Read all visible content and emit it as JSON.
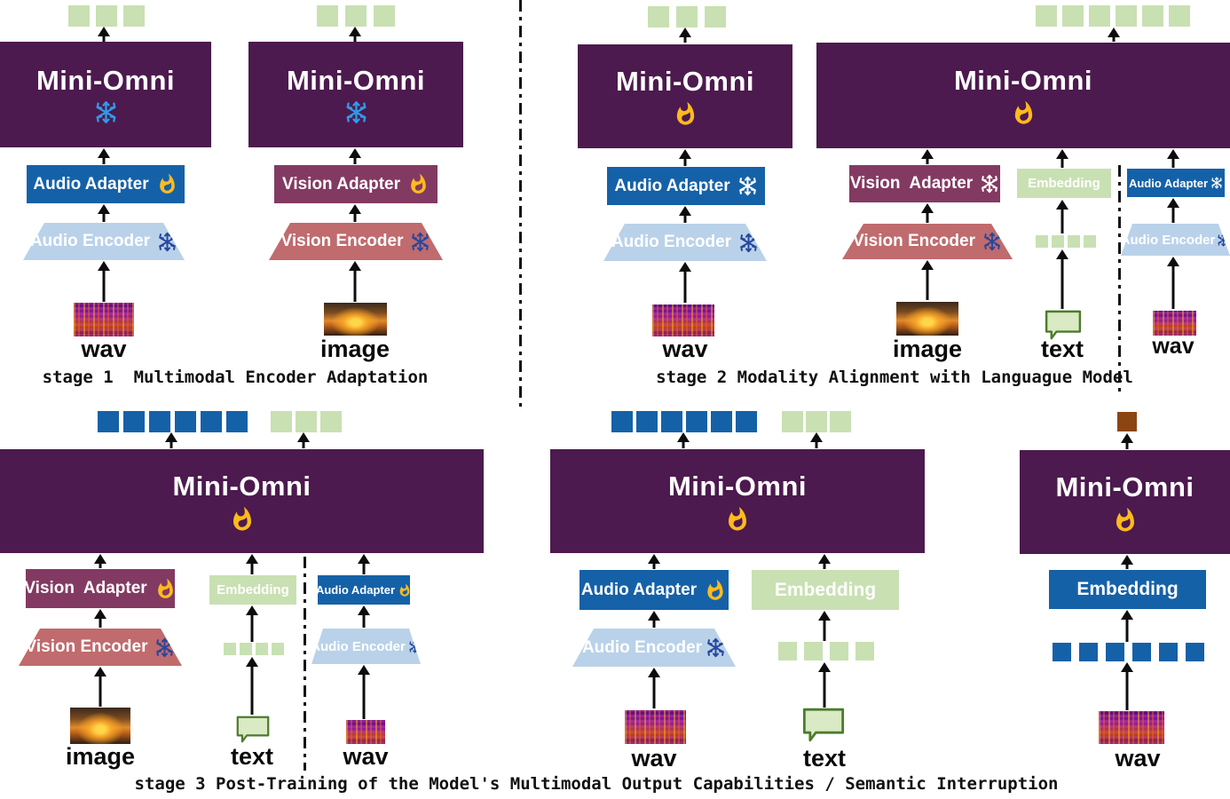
{
  "figure": {
    "stage1": {
      "caption": "stage 1  Multimodal Encoder Adaptation",
      "audio": {
        "model": "Mini-Omni",
        "adapter": "Audio Adapter",
        "encoder": "Audio Encoder",
        "input_label": "wav"
      },
      "vision": {
        "model": "Mini-Omni",
        "adapter": "Vision Adapter",
        "encoder": "Vision Encoder",
        "input_label": "image"
      }
    },
    "stage2": {
      "caption": "stage 2 Modality Alignment with Languague Model",
      "audio": {
        "model": "Mini-Omni",
        "adapter": "Audio Adapter",
        "encoder": "Audio Encoder",
        "input_label": "wav"
      },
      "main": {
        "model": "Mini-Omni",
        "vision": {
          "adapter": "Vision  Adapter",
          "encoder": "Vision Encoder",
          "input_label": "image"
        },
        "text": {
          "embedding": "Embedding",
          "input_label": "text"
        },
        "audio": {
          "adapter": "Audio Adapter",
          "encoder": "Audio Encoder",
          "input_label": "wav"
        }
      }
    },
    "stage3": {
      "caption": "stage 3 Post-Training of the Model's Multimodal Output Capabilities / Semantic Interruption",
      "left": {
        "model": "Mini-Omni",
        "vision": {
          "adapter": "Vision  Adapter",
          "encoder": "Vision Encoder",
          "input_label": "image"
        },
        "text": {
          "embedding": "Embedding",
          "input_label": "text"
        },
        "audio": {
          "adapter": "Audio Adapter",
          "encoder": "Audio Encoder",
          "input_label": "wav"
        }
      },
      "middle": {
        "model": "Mini-Omni",
        "audio": {
          "adapter": "Audio Adapter",
          "encoder": "Audio Encoder",
          "input_label": "wav"
        },
        "text": {
          "embedding": "Embedding",
          "input_label": "text"
        }
      },
      "right": {
        "model": "Mini-Omni",
        "embedding": "Embedding",
        "input_label": "wav"
      }
    }
  },
  "tokens": {
    "s1_audio_out": {
      "count": 3,
      "color": "green"
    },
    "s1_vision_out": {
      "count": 3,
      "color": "green"
    },
    "s2_audio_out": {
      "count": 3,
      "color": "green"
    },
    "s2_main_out": {
      "count": 6,
      "color": "green"
    },
    "s2_text_in": {
      "count": 4,
      "color": "green"
    },
    "s3_left_audio_out": {
      "count": 6,
      "color": "blue"
    },
    "s3_left_text_out": {
      "count": 3,
      "color": "green"
    },
    "s3_left_text_in": {
      "count": 4,
      "color": "green"
    },
    "s3_mid_audio_out": {
      "count": 6,
      "color": "blue"
    },
    "s3_mid_text_out": {
      "count": 3,
      "color": "green"
    },
    "s3_mid_text_in": {
      "count": 4,
      "color": "green"
    },
    "s3_right_out": {
      "count": 1,
      "color": "brown"
    },
    "s3_right_wav_in": {
      "count": 6,
      "color": "blue"
    }
  },
  "icons": {
    "frozen": "snowflake-icon",
    "trainable": "flame-icon",
    "text_input": "speech-bubble-icon"
  },
  "colors": {
    "model_purple": "#4C1A4E",
    "blue": "#1561A8",
    "light_blue": "#B9D2E9",
    "plum": "#833A62",
    "rose": "#C06B6D",
    "green": "#C9E0B3",
    "brown": "#8B4513",
    "flame": "#FFBA1E",
    "snow_bright": "#2E9BE8",
    "snow_dark": "#27479E",
    "bubble_fill": "#D9EAC4",
    "bubble_border": "#4E7B2C"
  }
}
